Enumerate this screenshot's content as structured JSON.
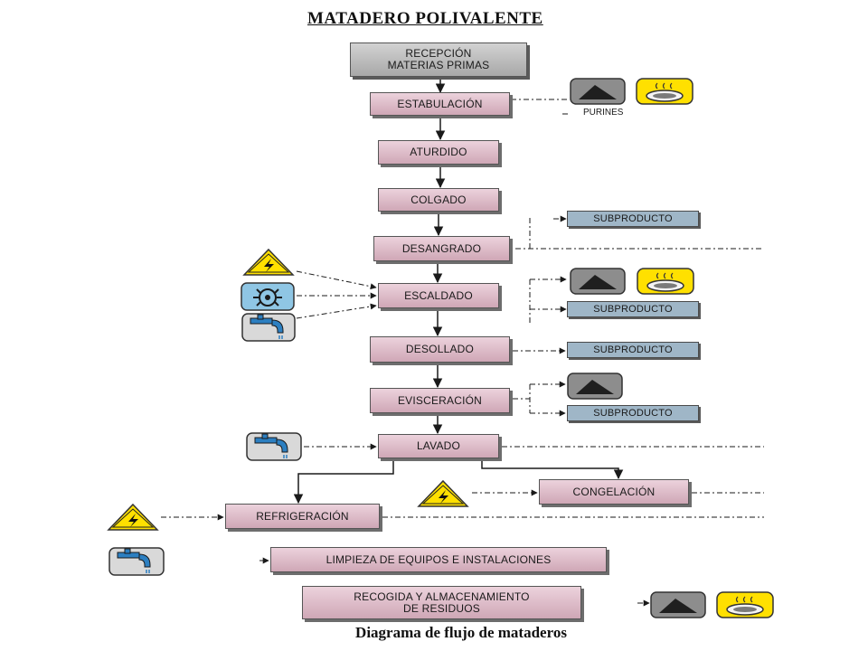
{
  "title": "MATADERO POLIVALENTE",
  "caption": "Diagrama de flujo de mataderos",
  "colors": {
    "process_fill": "#dcbac8",
    "header_fill": "#bdbdbd",
    "byproduct_fill": "#9fb6c7",
    "line": "#1a1a1a",
    "hazard_yellow": "#ffe000",
    "water_blue": "#1f6fb5"
  },
  "steps": [
    {
      "id": "recepcion",
      "label": "RECEPCIÓN\nMATERIAS PRIMAS"
    },
    {
      "id": "estabulacion",
      "label": "ESTABULACIÓN"
    },
    {
      "id": "aturdido",
      "label": "ATURDIDO"
    },
    {
      "id": "colgado",
      "label": "COLGADO"
    },
    {
      "id": "desangrado",
      "label": "DESANGRADO"
    },
    {
      "id": "escaldado",
      "label": "ESCALDADO"
    },
    {
      "id": "desollado",
      "label": "DESOLLADO"
    },
    {
      "id": "evisceracion",
      "label": "EVISCERACIÓN"
    },
    {
      "id": "lavado",
      "label": "LAVADO"
    },
    {
      "id": "congelacion",
      "label": "CONGELACIÓN"
    },
    {
      "id": "refrigeracion",
      "label": "REFRIGERACIÓN"
    },
    {
      "id": "limpieza",
      "label": "LIMPIEZA DE EQUIPOS E INSTALACIONES"
    },
    {
      "id": "recogida",
      "label": "RECOGIDA Y ALMACENAMIENTO\nDE RESIDUOS"
    }
  ],
  "byproducts": [
    {
      "id": "sub-desangrado",
      "label": "SUBPRODUCTO"
    },
    {
      "id": "sub-escaldado",
      "label": "SUBPRODUCTO"
    },
    {
      "id": "sub-desollado",
      "label": "SUBPRODUCTO"
    },
    {
      "id": "sub-evisceracion",
      "label": "SUBPRODUCTO"
    }
  ],
  "annotations": {
    "purines": "PURINES"
  },
  "icons": {
    "solid_waste": "solid-waste-pile-icon",
    "odour": "odour-emission-icon",
    "electricity": "electric-hazard-icon",
    "steam": "steam-heat-icon",
    "water": "water-tap-icon"
  }
}
